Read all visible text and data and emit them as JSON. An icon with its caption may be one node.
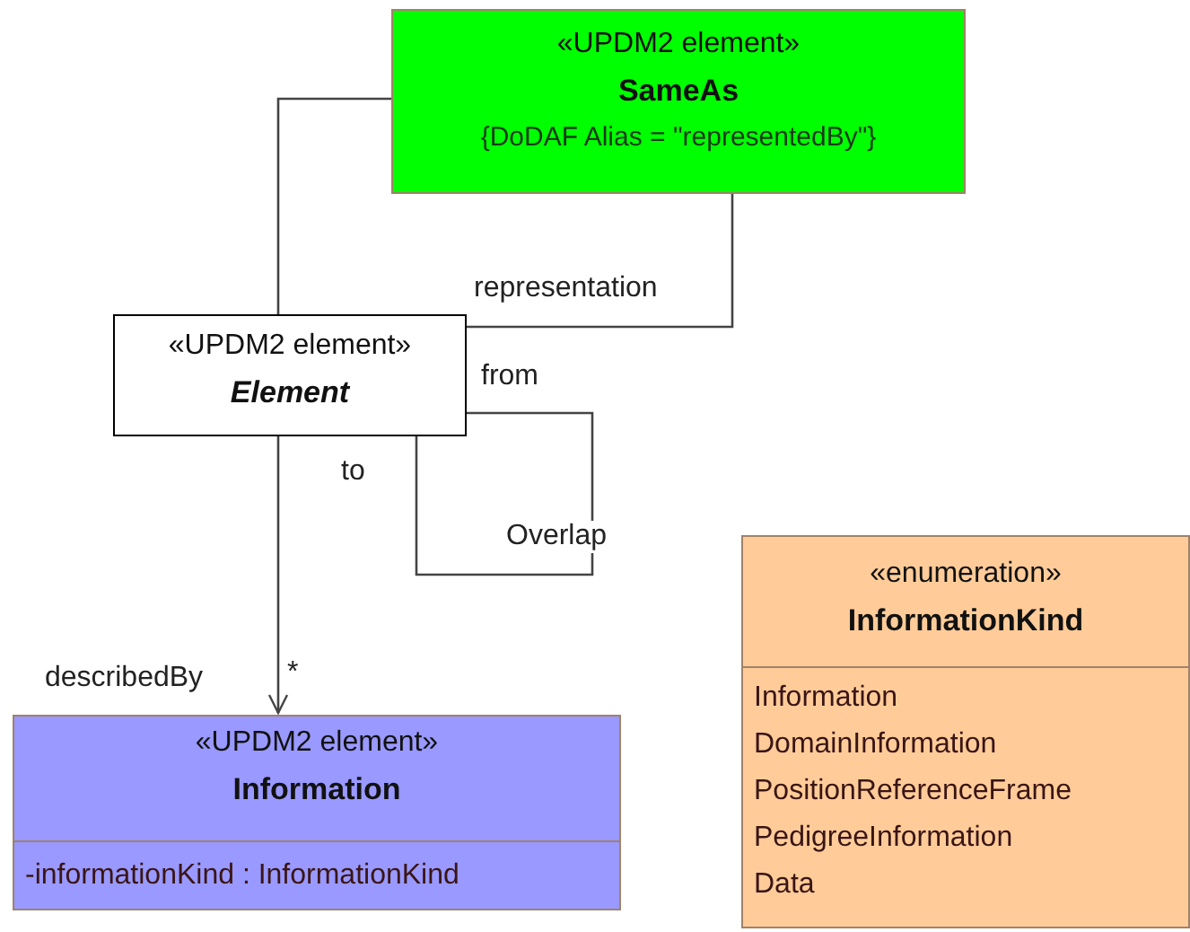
{
  "diagram": {
    "nodes": [
      {
        "text": [
          "«UPDM2 element»",
          "SameAs",
          "{DoDAF Alias = \"representedBy\"}"
        ]
      },
      {
        "text": [
          "«UPDM2 element»",
          "Element"
        ]
      },
      {
        "text": [
          "«UPDM2 element»",
          "Information",
          "-informationKind : InformationKind"
        ]
      },
      {
        "text": [
          "«enumeration»",
          "InformationKind",
          "Information",
          "DomainInformation",
          "PositionReferenceFrame",
          "PedigreeInformation",
          "Data"
        ]
      }
    ],
    "edges": [
      {
        "from": 0,
        "to": 1,
        "arrow": "none"
      },
      {
        "from": 0,
        "to": 1,
        "arrow": "none",
        "label": "representation"
      },
      {
        "from": 1,
        "to": 1,
        "arrow": "none",
        "label": "Overlap"
      },
      {
        "from": 1,
        "to": 2,
        "arrow": "to"
      }
    ],
    "labels": [
      "from",
      "to",
      "describedBy",
      "*"
    ]
  }
}
